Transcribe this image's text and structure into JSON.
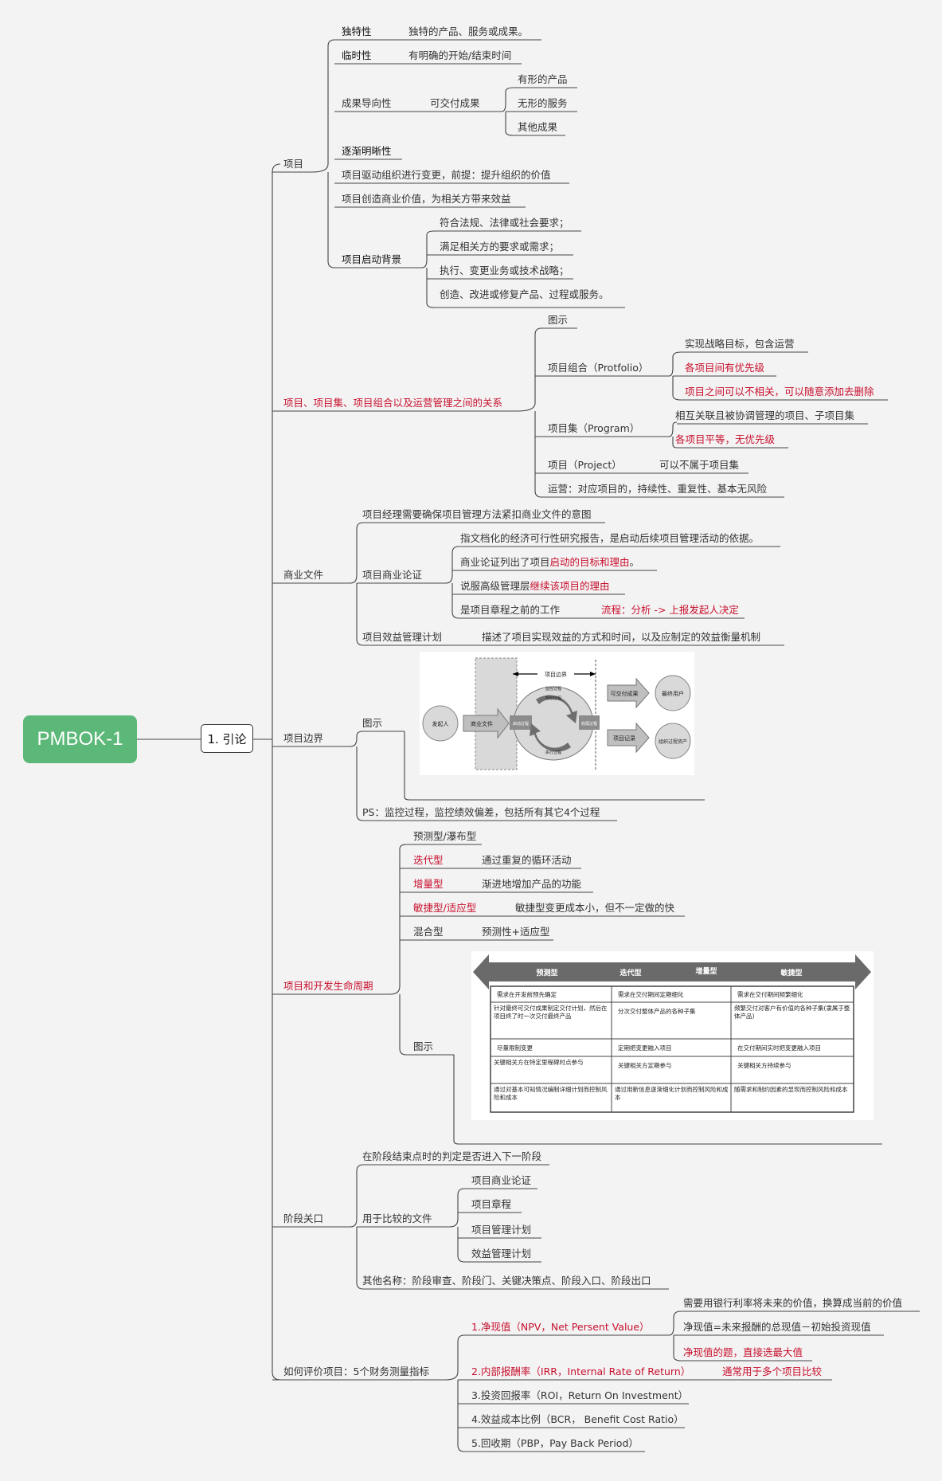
{
  "root": "PMBOK-1",
  "l1": "1. 引论",
  "project": {
    "label": "项目",
    "unique": "独特性",
    "unique_d": "独特的产品、服务或成果。",
    "temp": "临时性",
    "temp_d": "有明确的开始/结束时间",
    "outcome": "成果导向性",
    "deliverable": "可交付成果",
    "d1": "有形的产品",
    "d2": "无形的服务",
    "d3": "其他成果",
    "progressive": "逐渐明晰性",
    "drive": "项目驱动组织进行变更，前提：提升组织的价值",
    "value": "项目创造商业价值，为相关方带来效益",
    "ctx": "项目启动背景",
    "c1": "符合法规、法律或社会要求；",
    "c2": "满足相关方的要求或需求；",
    "c3": "执行、变更业务或技术战略；",
    "c4": "创造、改进或修复产品、过程或服务。"
  },
  "rel": {
    "label": "项目、项目集、项目组合以及运营管理之间的关系",
    "fig": "图示",
    "portfolio": "项目组合（Protfolio）",
    "pf1": "实现战略目标，包含运营",
    "pf2": "各项目间有优先级",
    "pf3": "项目之间可以不相关，可以随意添加去删除",
    "program": "项目集（Program）",
    "pg1": "相互关联且被协调管理的项目、子项目集",
    "pg2": "各项目平等，无优先级",
    "proj": "项目（Project）",
    "proj_d": "可以不属于项目集",
    "ops": "运营：对应项目的，持续性、重复性、基本无风险"
  },
  "biz": {
    "label": "商业文件",
    "b1": "项目经理需要确保项目管理方法紧扣商业文件的意图",
    "case": "项目商业论证",
    "k1": "指文档化的经济可行性研究报告，是启动后续项目管理活动的依据。",
    "k2a": "商业论证列出了项目",
    "k2b": "启动的目标和理由",
    "k2c": "。",
    "k3a": "说服高级管理层",
    "k3b": "继续该项目的理由",
    "k4": "是项目章程之前的工作",
    "k4r": "流程：分析 -> 上报发起人决定",
    "plan": "项目效益管理计划",
    "plan_d": "描述了项目实现效益的方式和时间，以及应制定的效益衡量机制"
  },
  "boundary": {
    "label": "项目边界",
    "fig": "图示",
    "ps": "PS：监控过程，监控绩效偏差，包括所有其它4个过程",
    "img": {
      "b": "项目边界",
      "sponsor": "发起人",
      "doc": "商业文件",
      "init": "启动过程",
      "plan": "规划过程",
      "exec": "执行过程",
      "mon": "监控过程",
      "close": "收尾过程",
      "deliv": "可交付成果",
      "user": "最终用户",
      "rec": "项目记录",
      "assets": "组织过程资产"
    }
  },
  "life": {
    "label": "项目和开发生命周期",
    "t1": "预测型/瀑布型",
    "t2": "迭代型",
    "t2d": "通过重复的循环活动",
    "t3": "增量型",
    "t3d": "渐进地增加产品的功能",
    "t4": "敏捷型/适应型",
    "t4d": "敏捷型变更成本小，但不一定做的快",
    "t5": "混合型",
    "t5d": "预测性+适应型",
    "fig": "图示",
    "table": {
      "headers": [
        "预测型",
        "迭代型",
        "增量型",
        "敏捷型"
      ],
      "rows": [
        [
          "需求在开发前预先确定",
          "需求在交付期间定期细化",
          "需求在交付期间频繁细化"
        ],
        [
          "针对最终可交付成果制定交付计划，然后在项目终了时一次交付最终产品",
          "分次交付整体产品的各种子集",
          "频繁交付对客户有价值的各种子集(隶属于整体产品)"
        ],
        [
          "尽量限制变更",
          "定期把变更融入项目",
          "在交付期间实时把变更融入项目"
        ],
        [
          "关键相关方在特定里程碑时点参与",
          "关键相关方定期参与",
          "关键相关方持续参与"
        ],
        [
          "通过对基本可知情况编制详细计划而控制风险和成本",
          "通过用新信息逐渐细化计划而控制风险和成本",
          "随需求和制约因素的显现而控制风险和成本"
        ]
      ]
    }
  },
  "gate": {
    "label": "阶段关口",
    "g1": "在阶段结束点时的判定是否进入下一阶段",
    "docs": "用于比较的文件",
    "d1": "项目商业论证",
    "d2": "项目章程",
    "d3": "项目管理计划",
    "d4": "效益管理计划",
    "other": "其他名称：阶段审查、阶段门、关键决策点、阶段入口、阶段出口"
  },
  "eval": {
    "label": "如何评价项目：5个财务测量指标",
    "npv": "1.净现值（NPV，Net Persent Value）",
    "n1": "需要用银行利率将未来的价值，换算成当前的价值",
    "n2": "净现值=未来报酬的总现值－初始投资现值",
    "n3": "净现值的题，直接选最大值",
    "irr": "2.内部报酬率（IRR，Internal Rate of Return）",
    "irr_d": "通常用于多个项目比较",
    "roi": "3.投资回报率（ROI，Return On Investment）",
    "bcr": "4.效益成本比例（BCR，  Benefit Cost Ratio）",
    "pbp": "5.回收期（PBP，Pay Back Period）"
  },
  "colors": {
    "root": "#5cb878",
    "accent": "#c8102e",
    "line": "#444444"
  }
}
